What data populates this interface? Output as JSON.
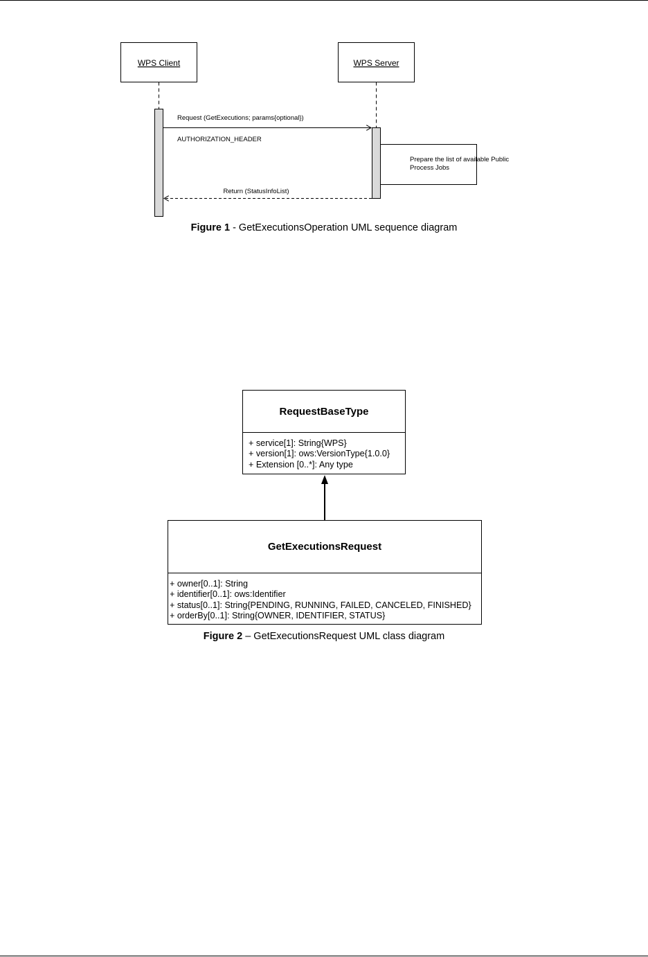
{
  "figure1": {
    "lifelines": [
      {
        "name": "WPS Client"
      },
      {
        "name": "WPS Server"
      }
    ],
    "messages": {
      "request": "Request (GetExecutions; params{optional})",
      "header": "AUTHORIZATION_HEADER",
      "self_note_line1": "Prepare the list of available Public",
      "self_note_line2": "Process Jobs",
      "return": "Return (StatusInfoList)"
    },
    "caption": {
      "label": "Figure 1",
      "text": " - GetExecutionsOperation UML sequence diagram"
    }
  },
  "figure2": {
    "base_class": {
      "name": "RequestBaseType",
      "attributes": [
        "+ service[1]: String{WPS}",
        "+ version[1]: ows:VersionType{1.0.0}",
        "+ Extension [0..*]: Any type"
      ]
    },
    "derived_class": {
      "name": "GetExecutionsRequest",
      "attributes": [
        "+ owner[0..1]: String",
        "+ identifier[0..1]: ows:Identifier",
        "+ status[0..1]: String{PENDING, RUNNING, FAILED, CANCELED, FINISHED}",
        "+ orderBy[0..1]: String{OWNER, IDENTIFIER, STATUS}"
      ]
    },
    "caption": {
      "label": "Figure 2",
      "text": " – GetExecutionsRequest UML class diagram"
    }
  }
}
